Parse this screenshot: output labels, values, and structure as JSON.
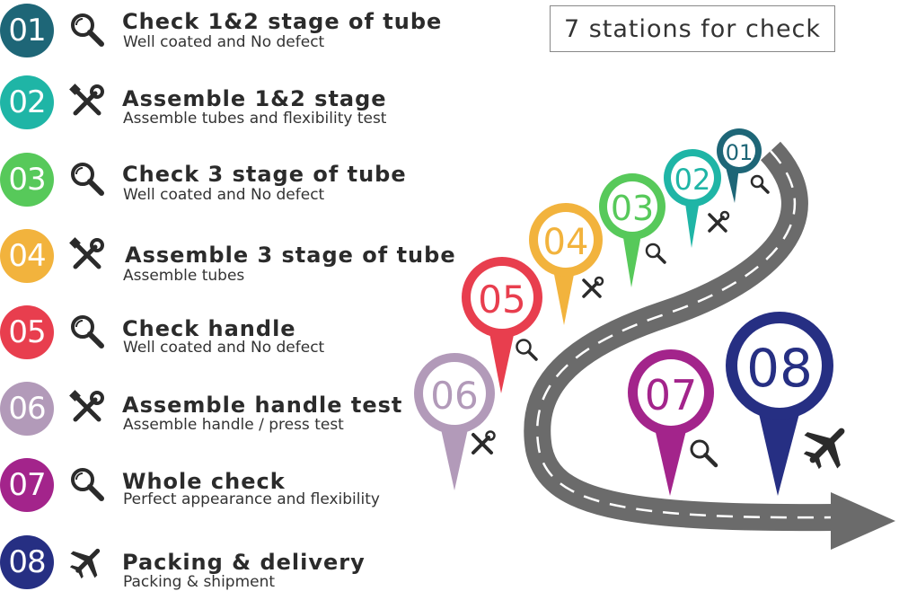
{
  "header": {
    "stations_label": "7  stations for check"
  },
  "steps": [
    {
      "num": "01",
      "title": "Check 1&2 stage of tube",
      "subtitle": "Well coated and No defect",
      "icon": "magnifier-icon",
      "color": "#1e6677"
    },
    {
      "num": "02",
      "title": "Assemble 1&2 stage",
      "subtitle": "Assemble tubes and flexibility test",
      "icon": "tools-icon",
      "color": "#1fb5a6"
    },
    {
      "num": "03",
      "title": "Check 3 stage of tube",
      "subtitle": "Well coated and No defect",
      "icon": "magnifier-icon",
      "color": "#57c95a"
    },
    {
      "num": "04",
      "title": "Assemble 3 stage of tube",
      "subtitle": "Assemble tubes",
      "icon": "tools-icon",
      "color": "#f2b33d"
    },
    {
      "num": "05",
      "title": "Check handle",
      "subtitle": "Well coated and No defect",
      "icon": "magnifier-icon",
      "color": "#e83e4e"
    },
    {
      "num": "06",
      "title": "Assemble handle test",
      "subtitle": "Assemble handle / press test",
      "icon": "tools-icon",
      "color": "#b29ab9"
    },
    {
      "num": "07",
      "title": "Whole check",
      "subtitle": "Perfect appearance and flexibility",
      "icon": "magnifier-icon",
      "color": "#a3248b"
    },
    {
      "num": "08",
      "title": "Packing & delivery",
      "subtitle": "Packing & shipment",
      "icon": "airplane-icon",
      "color": "#262f83"
    }
  ]
}
